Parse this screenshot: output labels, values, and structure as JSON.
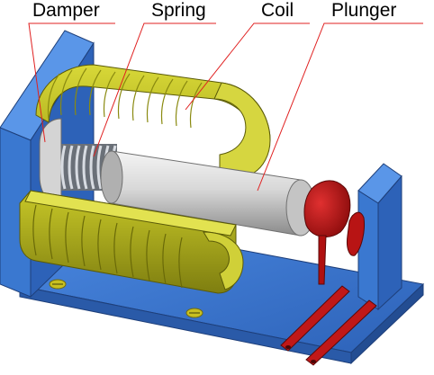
{
  "labels": {
    "damper": "Damper",
    "spring": "Spring",
    "coil": "Coil",
    "plunger": "Plunger"
  },
  "colors": {
    "base": "#3a78d0",
    "coil": "#cfcf2a",
    "plunger": "#dcdcdc",
    "spring": "#9aa0a8",
    "cap": "#c01818",
    "leader": "#e02020"
  }
}
